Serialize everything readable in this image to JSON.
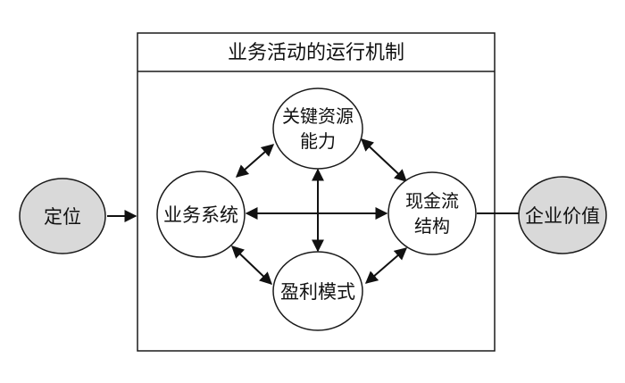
{
  "title": "业务活动的运行机制",
  "nodes": {
    "positioning": "定位",
    "business_system": "业务系统",
    "key_resources": [
      "关键资源",
      "能力"
    ],
    "cash_flow": [
      "现金流",
      "结构"
    ],
    "profit_model": "盈利模式",
    "enterprise_value": "企业价值"
  },
  "colors": {
    "line": "#111111",
    "grey_fill": "#d9d9d9",
    "background": "#ffffff"
  }
}
